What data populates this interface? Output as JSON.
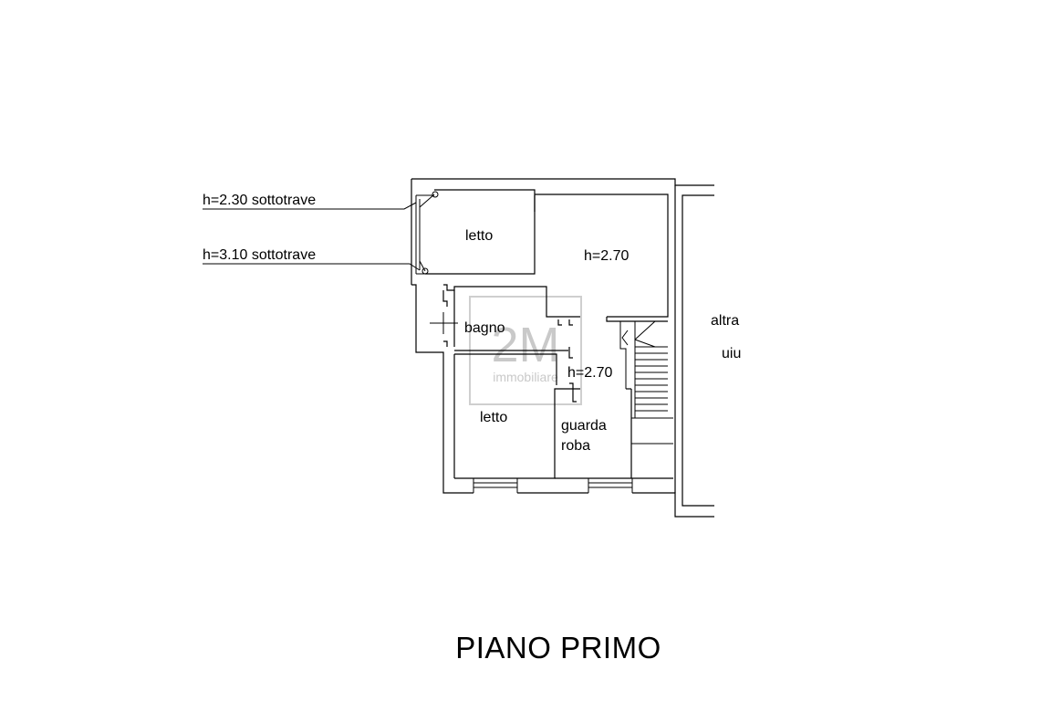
{
  "title": "PIANO PRIMO",
  "annotations": {
    "ceiling_low": "h=2.30 sottotrave",
    "ceiling_high": "h=3.10 sottotrave"
  },
  "rooms": {
    "bedroom_top": "letto",
    "height_top": "h=2.70",
    "bathroom": "bagno",
    "height_mid": "h=2.70",
    "bedroom_bottom": "letto",
    "wardrobe_line1": "guarda",
    "wardrobe_line2": "roba",
    "other_unit_line1": "altra",
    "other_unit_line2": "uiu"
  },
  "watermark": {
    "mark": "2M",
    "text": "immobiliare"
  }
}
